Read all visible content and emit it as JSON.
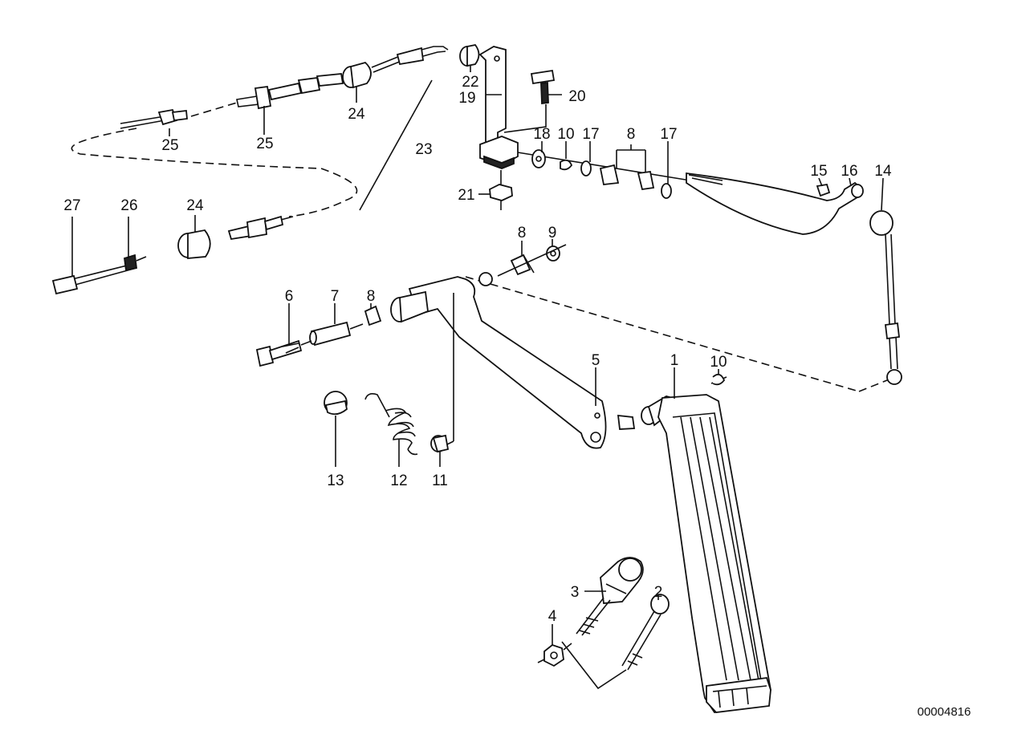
{
  "labels": {
    "p1": "1",
    "p2": "2",
    "p3": "3",
    "p4": "4",
    "p5": "5",
    "p6": "6",
    "p7": "7",
    "p8a": "8",
    "p8b": "8",
    "p8c": "8",
    "p9": "9",
    "p10a": "10",
    "p10b": "10",
    "p11": "11",
    "p12": "12",
    "p13": "13",
    "p14": "14",
    "p15": "15",
    "p16": "16",
    "p17a": "17",
    "p17b": "17",
    "p18": "18",
    "p19": "19",
    "p20": "20",
    "p21": "21",
    "p22": "22",
    "p23": "23",
    "p24a": "24",
    "p24b": "24",
    "p25a": "25",
    "p25b": "25",
    "p26": "26",
    "p27": "27"
  },
  "reference_number": "00004816"
}
